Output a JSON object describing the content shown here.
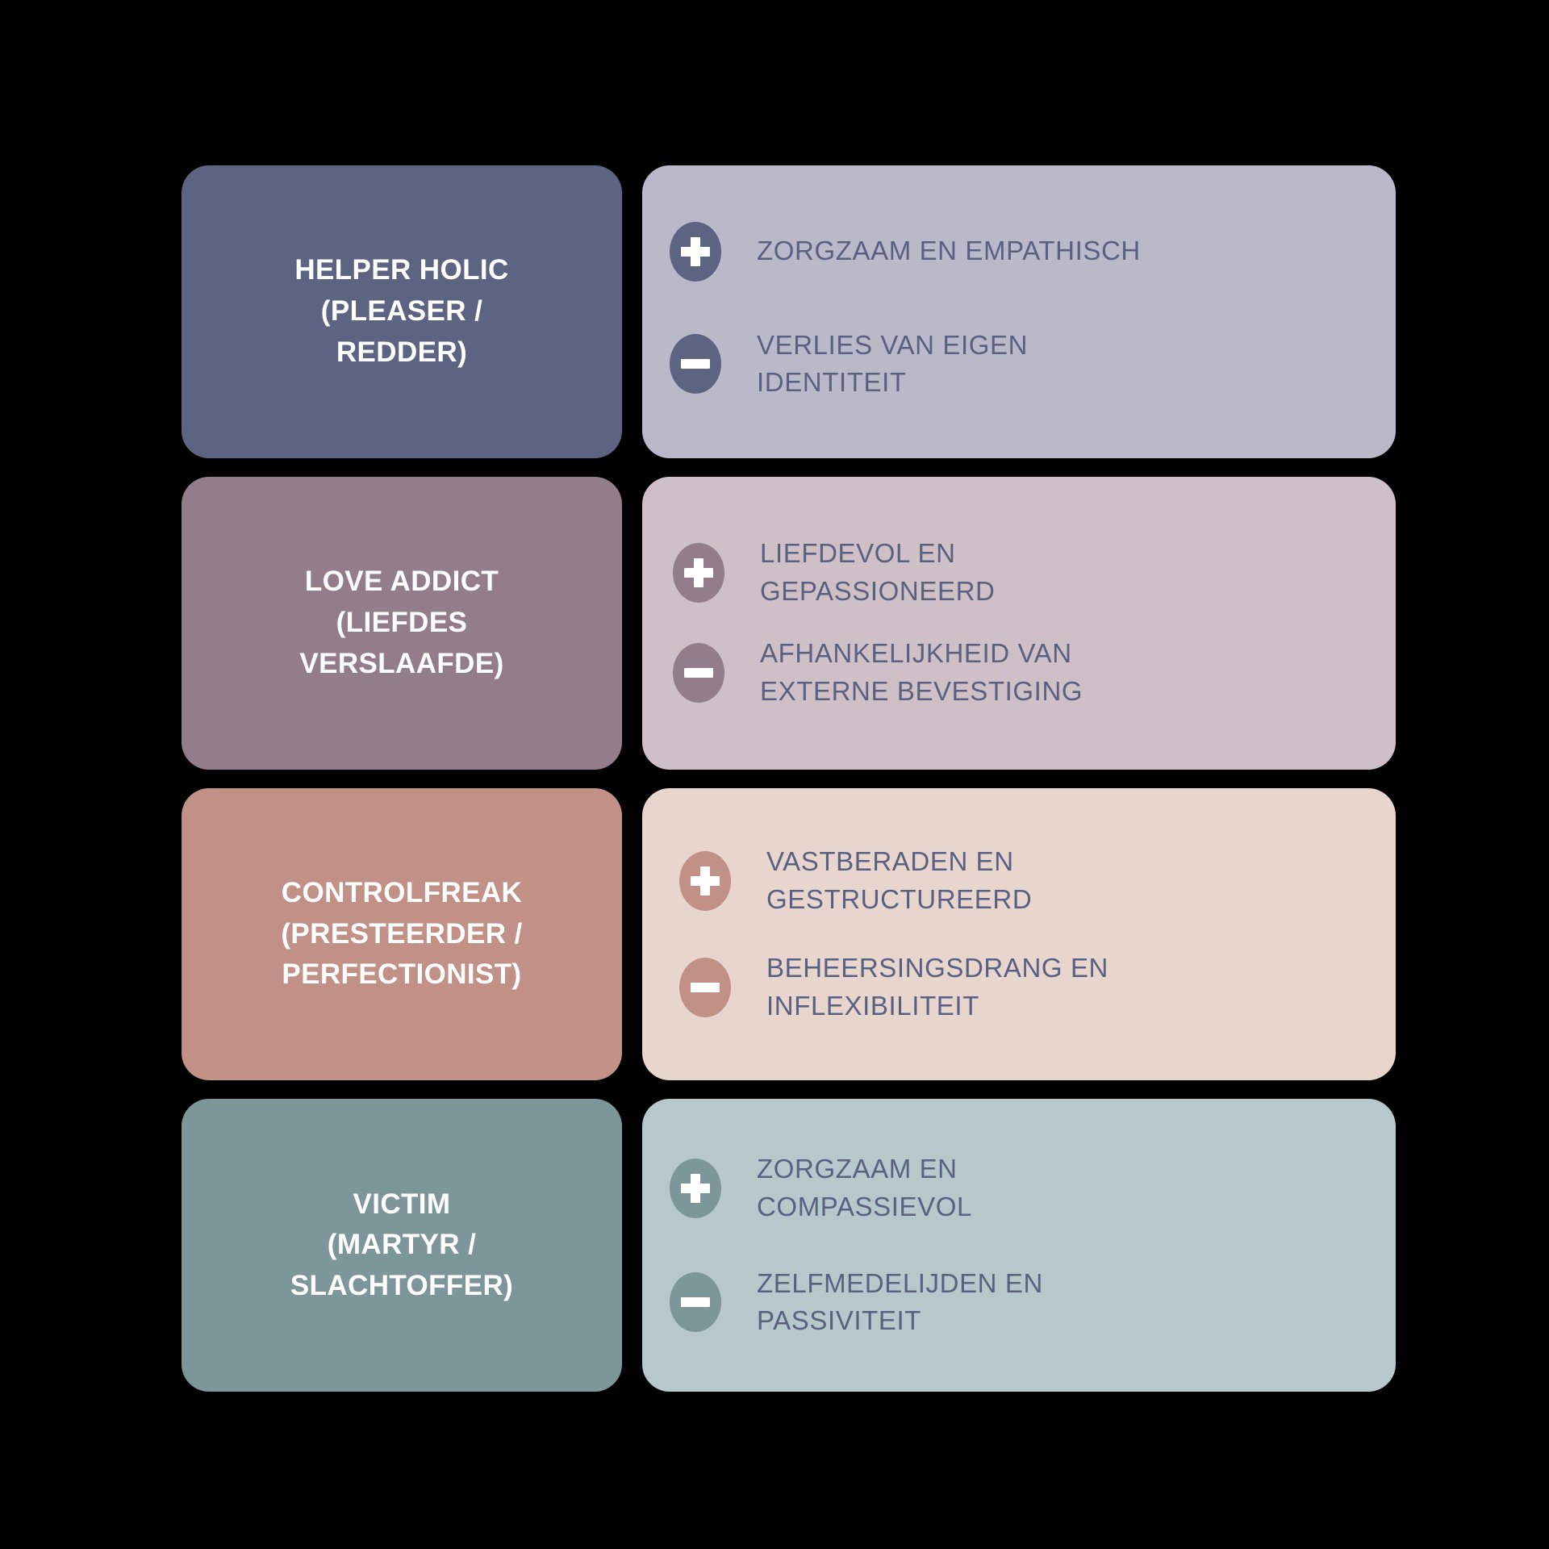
{
  "theme": {
    "background": "#000000",
    "detail_text_color": "#5a6180",
    "label_text_color": "#ffffff"
  },
  "rows": [
    {
      "id": "helper-holic",
      "label": "HELPER HOLIC\n(PLEASER /\nREDDER)",
      "label_bg": "#5c6482",
      "detail_bg": "#b9b9c9",
      "badge_bg": "#5c6482",
      "positive": {
        "icon": "plus-icon",
        "text": "ZORGZAAM EN EMPATHISCH"
      },
      "negative": {
        "icon": "minus-icon",
        "text": "VERLIES VAN EIGEN\nIDENTITEIT"
      }
    },
    {
      "id": "love-addict",
      "label": "LOVE ADDICT\n(LIEFDES\nVERSLAAFDE)",
      "label_bg": "#947d8a",
      "detail_bg": "#cfc0c7",
      "badge_bg": "#947d8a",
      "positive": {
        "icon": "plus-icon",
        "text": "LIEFDEVOL EN\nGEPASSIONEERD"
      },
      "negative": {
        "icon": "minus-icon",
        "text": "AFHANKELIJKHEID VAN\nEXTERNE BEVESTIGING"
      }
    },
    {
      "id": "controlfreak",
      "label": "CONTROLFREAK\n(PRESTEERDER /\nPERFECTIONIST)",
      "label_bg": "#c19086",
      "detail_bg": "#e8d5ce",
      "badge_bg": "#c19086",
      "positive": {
        "icon": "plus-icon",
        "text": "VASTBERADEN EN\nGESTRUCTUREERD"
      },
      "negative": {
        "icon": "minus-icon",
        "text": "BEHEERSINGSDRANG EN\nINFLEXIBILITEIT"
      }
    },
    {
      "id": "victim",
      "label": "VICTIM\n(MARTYR /\nSLACHTOFFER)",
      "label_bg": "#7c9699",
      "detail_bg": "#b7c8cc",
      "badge_bg": "#7c9699",
      "positive": {
        "icon": "plus-icon",
        "text": "ZORGZAAM EN\nCOMPASSIEVOL"
      },
      "negative": {
        "icon": "minus-icon",
        "text": "ZELFMEDELIJDEN EN\nPASSIVITEIT"
      }
    }
  ]
}
